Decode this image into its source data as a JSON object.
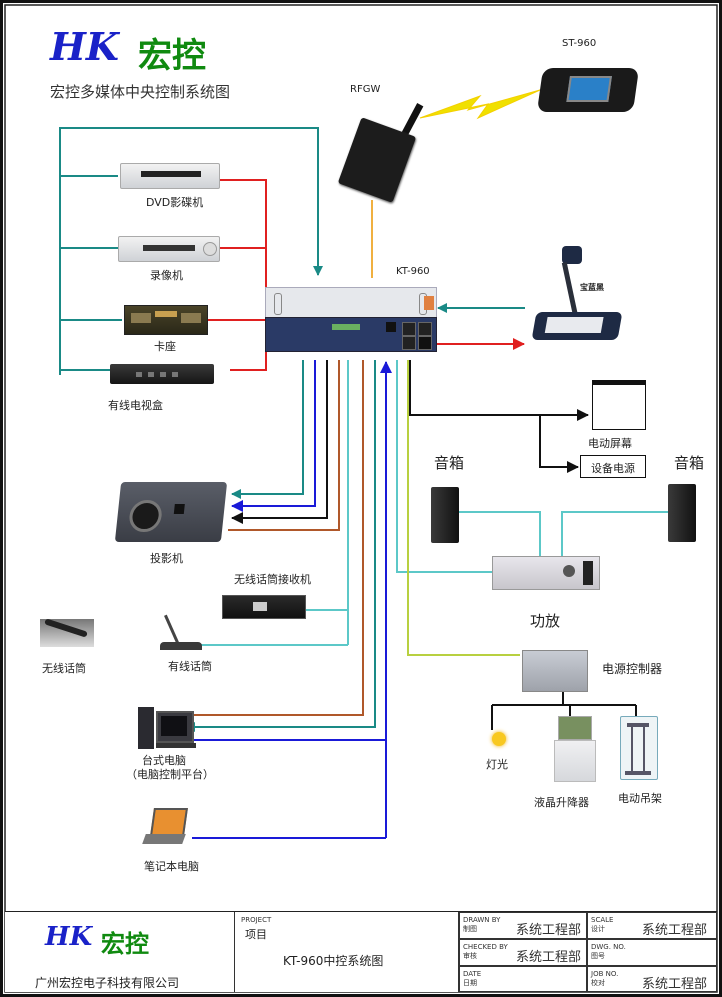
{
  "header": {
    "logo_latin": "HK",
    "logo_chinese": "宏控",
    "diagram_title": "宏控多媒体中央控制系统图"
  },
  "devices": {
    "rfgw": "RFGW",
    "touch_panel": "ST-960",
    "controller": "KT-960",
    "document_camera": "宝蓝黑",
    "dvd": "DVD影碟机",
    "vcr": "录像机",
    "cassette": "卡座",
    "cable_tv_box": "有线电视盒",
    "projector": "投影机",
    "wireless_mic_receiver": "无线话筒接收机",
    "wireless_mic": "无线话筒",
    "wired_mic": "有线话筒",
    "desktop_pc_line1": "台式电脑",
    "desktop_pc_line2": "（电脑控制平台）",
    "laptop": "笔记本电脑",
    "motorized_screen": "电动屏幕",
    "equipment_power": "设备电源",
    "speaker_left": "音箱",
    "speaker_right": "音箱",
    "amplifier": "功放",
    "power_controller": "电源控制器",
    "lighting": "灯光",
    "lcd_lift": "液晶升降器",
    "motorized_mount": "电动吊架"
  },
  "title_block": {
    "logo_latin": "HK",
    "logo_chinese": "宏控",
    "company": "广州宏控电子科技有限公司",
    "project_label_en": "PROJECT",
    "project_label_cn": "项目",
    "project_name": "KT-960中控系统图",
    "drawn_by_en": "DRAWN BY",
    "drawn_by_cn": "制图",
    "drawn_by_value": "系统工程部",
    "checked_by_en": "CHECKED BY",
    "checked_by_cn": "审核",
    "checked_by_value": "系统工程部",
    "date_en": "DATE",
    "date_cn": "日期",
    "date_value": "",
    "scale_en": "SCALE",
    "scale_cn": "设计",
    "scale_value": "系统工程部",
    "dwg_no_en": "DWG. NO.",
    "dwg_no_cn": "图号",
    "dwg_no_value": "",
    "job_no_en": "JOB NO.",
    "job_no_cn": "校对",
    "job_no_value": "系统工程部"
  },
  "colors": {
    "teal": "#1a8a86",
    "red": "#e02020",
    "blue": "#1a1ad8",
    "black": "#111111",
    "brown": "#b0582a",
    "cyan": "#5cc8c8",
    "yellow_green": "#b8d040",
    "orange": "#f0b040",
    "lightning": "#f0e000"
  }
}
